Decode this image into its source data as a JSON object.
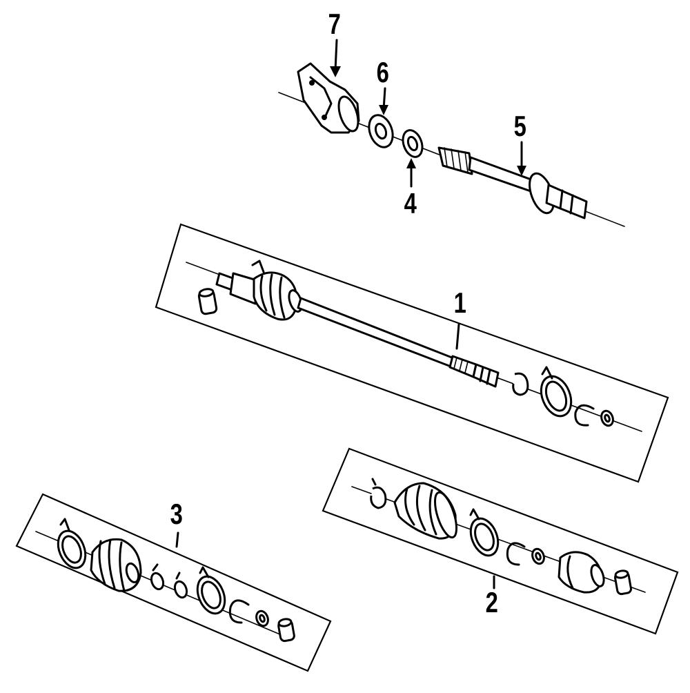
{
  "diagram": {
    "callouts": [
      {
        "id": "7",
        "label": "7"
      },
      {
        "id": "6",
        "label": "6"
      },
      {
        "id": "5",
        "label": "5"
      },
      {
        "id": "4",
        "label": "4"
      },
      {
        "id": "1",
        "label": "1"
      },
      {
        "id": "3",
        "label": "3"
      },
      {
        "id": "2",
        "label": "2"
      }
    ]
  }
}
